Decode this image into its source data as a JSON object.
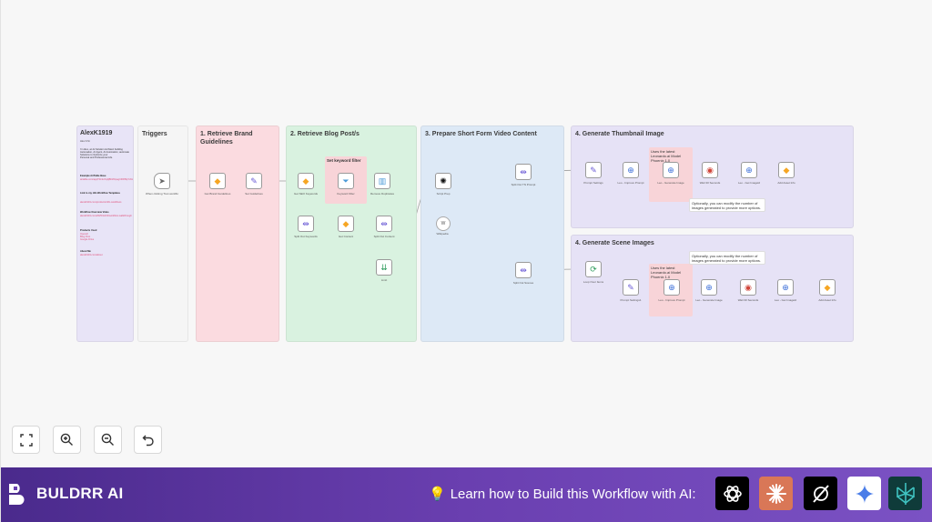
{
  "sidebar_note": {
    "title": "AlexK1919",
    "subtitle": "Alex K.M.",
    "lines": [
      "I'm Alex, an AI Solution Architect building",
      "Automation, AI Agent, AI Automation, automate",
      "Solutions to Optimize your",
      "Personal and Professional Life."
    ],
    "link_titles": [
      "Example AirTable Base",
      "Link to my n8n Workflow Templates",
      "Workflow Overview Video",
      "Products Used",
      "About Me"
    ],
    "link_values": [
      "airtable.com/appTbL9xXq4jBKZ0/pagCl0Rf9pY2GQF/form",
      "alexk1919.com/products/n8n-workflows",
      "alexk1919.com/2025/12/22/workflow-walkthrough",
      "OpenAI\nBlog Post\nGoogle Drive",
      "alexk1919.com/about"
    ]
  },
  "sections": [
    {
      "id": "triggers",
      "title": "Triggers"
    },
    {
      "id": "brand",
      "title": "1. Retrieve Brand Guidelines"
    },
    {
      "id": "blog",
      "title": "2. Retrieve Blog Post/s"
    },
    {
      "id": "video",
      "title": "3. Prepare Short Form Video Content"
    },
    {
      "id": "thumb",
      "title": "4. Generate Thumbnail Image"
    },
    {
      "id": "scene",
      "title": "4. Generate Scene Images"
    }
  ],
  "nodes": {
    "trigger": "When clicking 'Test workflow'",
    "brand_get": "Get Brand Guidelines",
    "brand_set": "Set Guidelines",
    "seo": "Get SEO Keywords",
    "filter": "Keyword Filter",
    "dedupe": "Remove Duplicates",
    "split_keywords": "Split Out Keywords",
    "get_content": "Get Content",
    "split_content": "Split Out Content",
    "limit": "Limit",
    "script": "Script Prep",
    "wiki": "Wikipedia",
    "split_thumb_prompt": "Split Out TN Prompt",
    "split_scenes": "Split Out Scenes",
    "prompt_settings": "Prompt Settings",
    "leo_improve": "Leo - Improve Prompt",
    "leo_generate": "Leo - Generate Image",
    "wait": "Wait 30 Seconds",
    "leo_get": "Leo - Get Imageld",
    "add_asset": "Add Asset Info",
    "loop": "Loop Over Items",
    "prompt_settings_1": "Prompt Settings1",
    "leo_improve_1": "Leo - Improve Prompt",
    "leo_generate_1": "Leo - Generate Image",
    "wait_1": "Wait 30 Seconds",
    "leo_get_1": "Leo - Get Imageld",
    "add_asset_1": "Add Asset Info"
  },
  "notes": {
    "keyword_filter": "Set keyword filter",
    "model_thumb": "Uses the latest Leonardo.ai Model Phoenix 1.0",
    "model_scene": "Uses the latest Leonardo.ai Model Phoenix 1.0",
    "optional_thumb": "Optionally, you can modify the number of images generated to provide more options.",
    "optional_scene": "Optionally, you can modify the number of images generated to provide more options."
  },
  "controls": [
    {
      "id": "fit",
      "icon": "fit-view-icon"
    },
    {
      "id": "zoom_in",
      "icon": "zoom-in-icon"
    },
    {
      "id": "zoom_out",
      "icon": "zoom-out-icon"
    },
    {
      "id": "undo",
      "icon": "undo-icon"
    }
  ],
  "footer": {
    "brand": "BULDRR AI",
    "learn": "Learn how to Build this Workflow with AI:",
    "ai_apps": [
      {
        "name": "chatgpt-icon",
        "bg": "#000000"
      },
      {
        "name": "claude-icon",
        "bg": "#d97757"
      },
      {
        "name": "grok-icon",
        "bg": "#000000"
      },
      {
        "name": "gemini-icon",
        "bg": "#ffffff"
      },
      {
        "name": "perplexity-icon",
        "bg": "#0f3b3a"
      }
    ]
  },
  "colors": {
    "triggers_bg": "#f5f5f5",
    "note_purple": "#e8e4f7",
    "brand_bg": "#fbdbe0",
    "blog_bg": "#d9f2e0",
    "video_bg": "#dde9f6",
    "gen_bg": "#e6e2f6",
    "note_red": "#f8d4d8",
    "footer_start": "#4a2a8c",
    "footer_end": "#7b52c4"
  }
}
